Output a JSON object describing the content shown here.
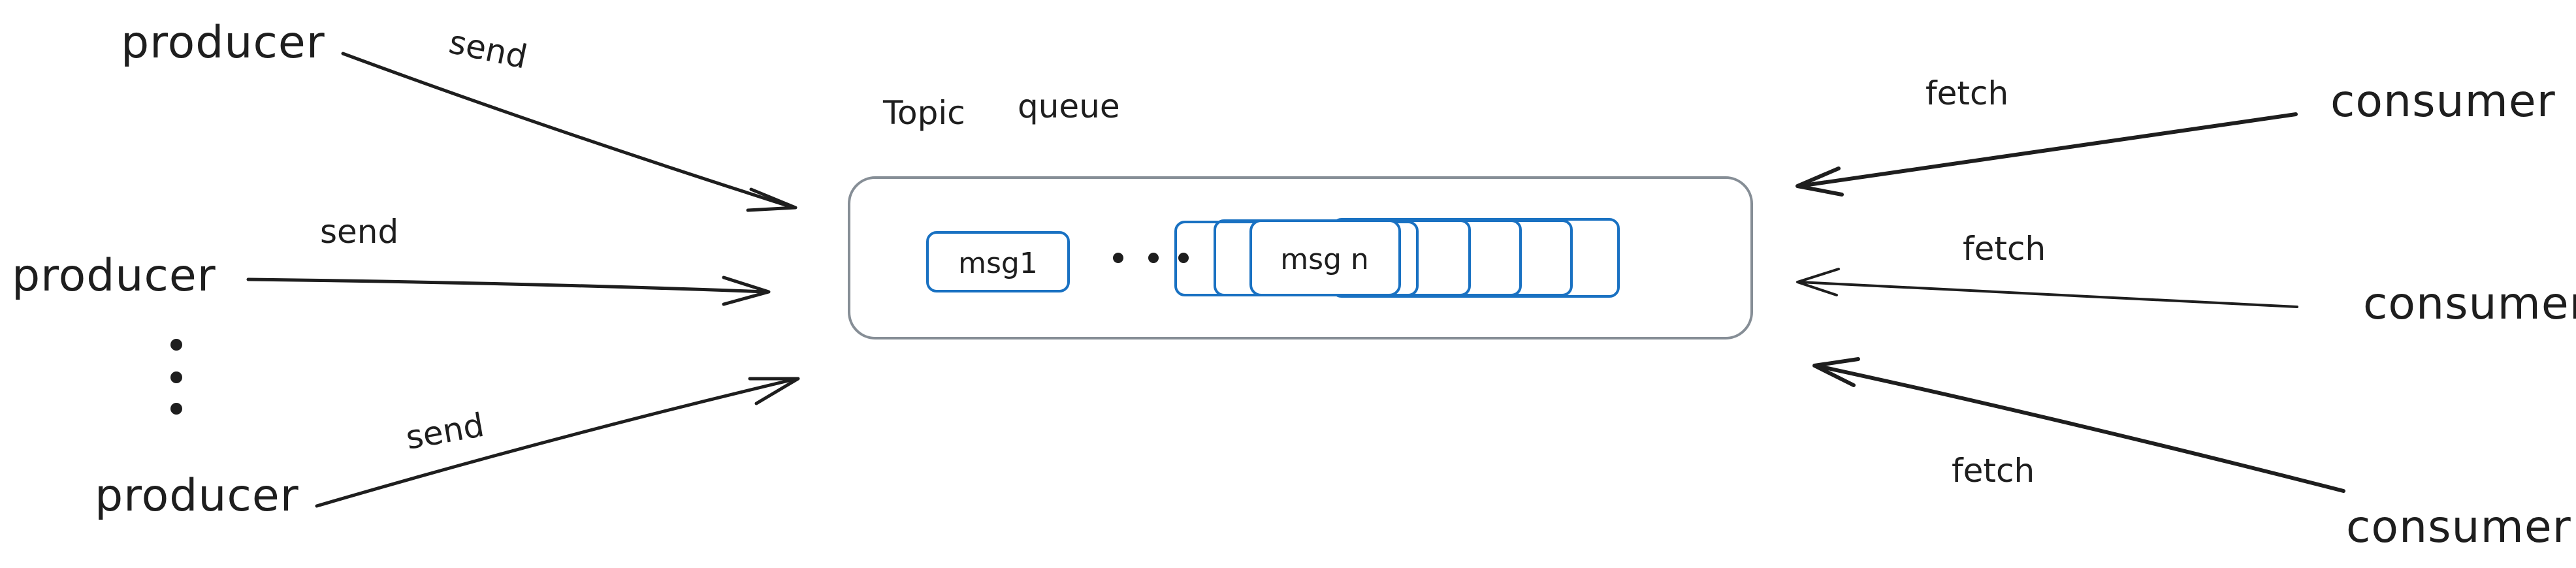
{
  "producers": [
    {
      "label": "producer"
    },
    {
      "label": "producer"
    },
    {
      "label": "producer"
    }
  ],
  "send_labels": [
    "send",
    "send",
    "send"
  ],
  "topic_label": "Topic",
  "queue_label": "queue",
  "messages": {
    "first": "msg1",
    "ellipsis": "• • •",
    "last": "msg n"
  },
  "consumers": [
    {
      "label": "consumer"
    },
    {
      "label": "consumer"
    },
    {
      "label": "consumer"
    }
  ],
  "fetch_labels": [
    "fetch",
    "fetch",
    "fetch"
  ],
  "colors": {
    "ink": "#1e1e1e",
    "message_stroke": "#1971c2",
    "queue_stroke": "#868e96"
  }
}
